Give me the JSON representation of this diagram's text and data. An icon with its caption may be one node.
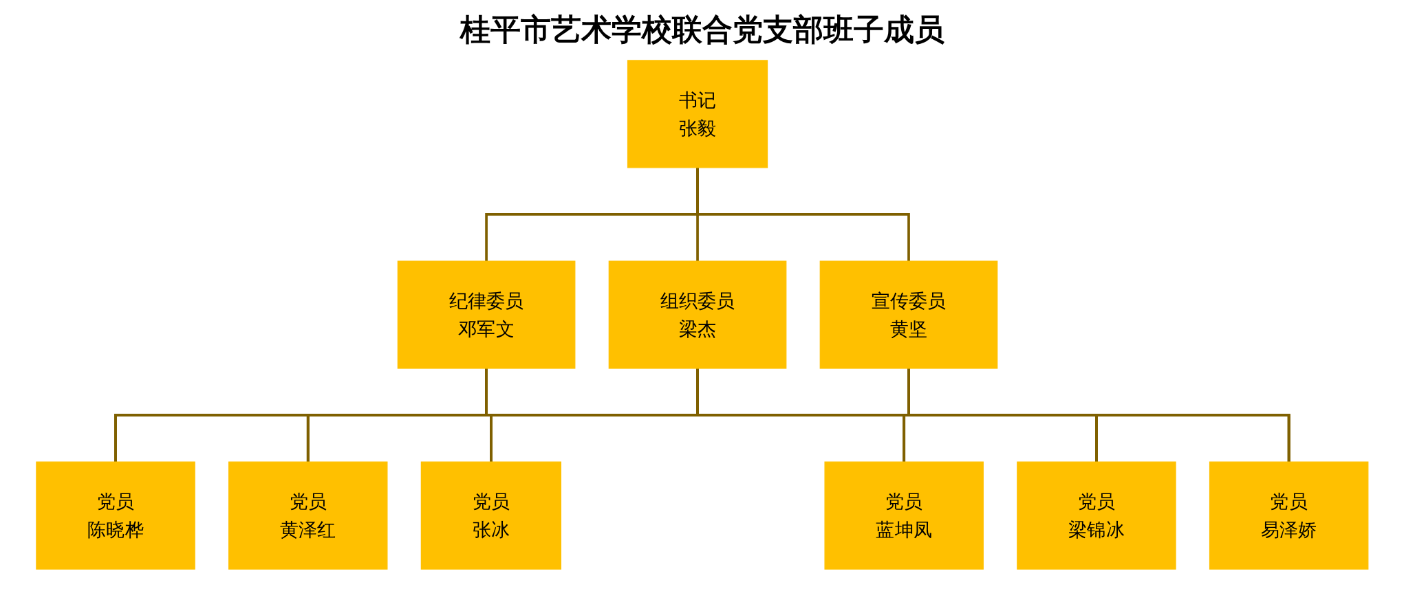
{
  "diagram": {
    "title": "桂平市艺术学校联合党支部班子成员",
    "nodes": [
      {
        "text": [
          "书记",
          "张毅"
        ]
      },
      {
        "text": [
          "纪律委员",
          "邓军文"
        ]
      },
      {
        "text": [
          "组织委员",
          "梁杰"
        ]
      },
      {
        "text": [
          "宣传委员",
          "黄坚"
        ]
      },
      {
        "text": [
          "党员",
          "陈晓桦"
        ]
      },
      {
        "text": [
          "党员",
          "黄泽红"
        ]
      },
      {
        "text": [
          "党员",
          "张冰"
        ]
      },
      {
        "text": [
          "党员",
          "蓝坤凤"
        ]
      },
      {
        "text": [
          "党员",
          "梁锦冰"
        ]
      },
      {
        "text": [
          "党员",
          "易泽娇"
        ]
      }
    ],
    "edges": [
      {
        "from": 0,
        "to": 1,
        "arrow": "none"
      },
      {
        "from": 0,
        "to": 2,
        "arrow": "none"
      },
      {
        "from": 0,
        "to": 3,
        "arrow": "none"
      },
      {
        "from": 1,
        "to": 4,
        "arrow": "none"
      },
      {
        "from": 1,
        "to": 5,
        "arrow": "none"
      },
      {
        "from": 1,
        "to": 6,
        "arrow": "none"
      },
      {
        "from": 1,
        "to": 7,
        "arrow": "none"
      },
      {
        "from": 1,
        "to": 8,
        "arrow": "none"
      },
      {
        "from": 1,
        "to": 9,
        "arrow": "none"
      },
      {
        "from": 2,
        "to": 4,
        "arrow": "none"
      },
      {
        "from": 2,
        "to": 5,
        "arrow": "none"
      },
      {
        "from": 2,
        "to": 6,
        "arrow": "none"
      },
      {
        "from": 2,
        "to": 7,
        "arrow": "none"
      },
      {
        "from": 2,
        "to": 8,
        "arrow": "none"
      },
      {
        "from": 2,
        "to": 9,
        "arrow": "none"
      },
      {
        "from": 3,
        "to": 4,
        "arrow": "none"
      },
      {
        "from": 3,
        "to": 5,
        "arrow": "none"
      },
      {
        "from": 3,
        "to": 6,
        "arrow": "none"
      },
      {
        "from": 3,
        "to": 7,
        "arrow": "none"
      },
      {
        "from": 3,
        "to": 8,
        "arrow": "none"
      },
      {
        "from": 3,
        "to": 9,
        "arrow": "none"
      }
    ]
  }
}
